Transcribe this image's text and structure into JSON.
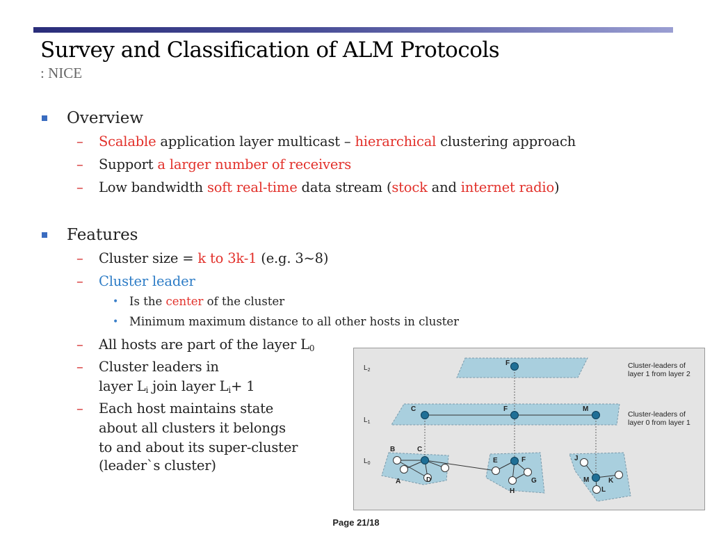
{
  "slide": {
    "title": "Survey and Classification of ALM Protocols",
    "subtitle": ": NICE",
    "page": "Page 21/18"
  },
  "overview": {
    "heading": "Overview",
    "items": [
      {
        "parts": [
          {
            "text": "Scalable",
            "style": "red"
          },
          {
            "text": " application layer multicast – ",
            "style": ""
          },
          {
            "text": "hierarchical",
            "style": "red"
          },
          {
            "text": " clustering approach",
            "style": ""
          }
        ]
      },
      {
        "parts": [
          {
            "text": "Support ",
            "style": ""
          },
          {
            "text": "a larger number of receivers",
            "style": "red"
          }
        ]
      },
      {
        "parts": [
          {
            "text": "Low bandwidth ",
            "style": ""
          },
          {
            "text": "soft real-time",
            "style": "red"
          },
          {
            "text": " data stream (",
            "style": ""
          },
          {
            "text": "stock",
            "style": "red"
          },
          {
            "text": " and ",
            "style": ""
          },
          {
            "text": "internet radio",
            "style": "red"
          },
          {
            "text": ")",
            "style": ""
          }
        ]
      }
    ]
  },
  "features": {
    "heading": "Features",
    "cluster_size": {
      "prefix": "Cluster size = ",
      "value": "k to 3k-1",
      "suffix": " (e.g. 3~8)"
    },
    "cluster_leader": "Cluster leader",
    "leader_points": [
      {
        "parts": [
          {
            "text": "Is the ",
            "style": ""
          },
          {
            "text": "center",
            "style": "red"
          },
          {
            "text": " of the cluster",
            "style": ""
          }
        ]
      },
      {
        "parts": [
          {
            "text": "Minimum maximum distance to all other hosts in cluster",
            "style": ""
          }
        ]
      }
    ],
    "layer0": {
      "text": "All hosts are part of the layer L",
      "sub": "0"
    },
    "join": {
      "line1": "Cluster leaders in",
      "line2_a": "layer L",
      "line2_sub1": "i",
      "line2_b": " join layer L",
      "line2_sub2": "i",
      "line2_c": "+ 1"
    },
    "state_lines": [
      "Each host maintains state",
      "about all clusters it belongs",
      "to and about its super-cluster",
      "(leader`s cluster)"
    ]
  },
  "figure": {
    "layer_labels": [
      "L2",
      "L1",
      "L0"
    ],
    "notes": [
      [
        "Cluster-leaders of",
        "layer 1 from layer 2"
      ],
      [
        "Cluster-leaders of",
        "layer 0 from layer 1"
      ]
    ],
    "node_labels": {
      "L2": [
        "F"
      ],
      "L1": [
        "C",
        "F",
        "M"
      ],
      "L0": [
        "B",
        "C",
        "A",
        "D",
        "E",
        "F",
        "G",
        "H",
        "J",
        "M",
        "K",
        "L"
      ]
    },
    "colors": {
      "region": "#a9cfde",
      "leader": "#1f6f96",
      "host": "#ffffff"
    }
  }
}
